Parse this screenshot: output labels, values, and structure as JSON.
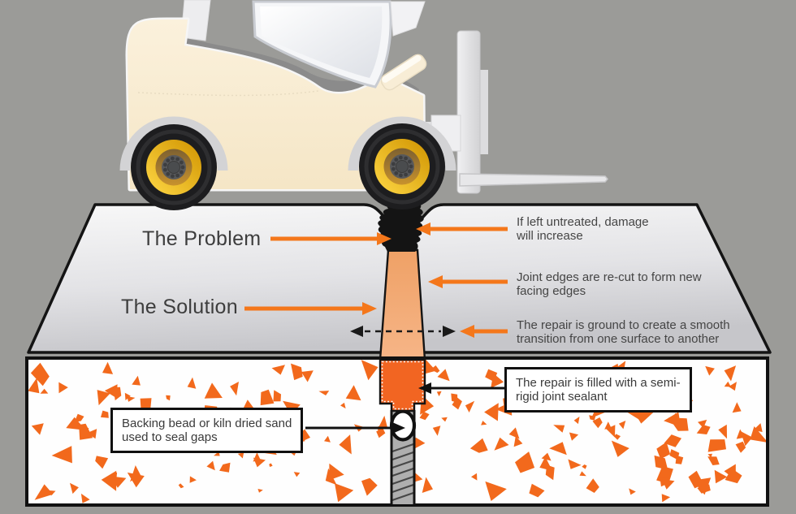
{
  "diagram": {
    "labels": {
      "problem": "The Problem",
      "solution": "The Solution"
    },
    "annotations": [
      {
        "id": "untreated",
        "text": "If left untreated, damage\nwill increase"
      },
      {
        "id": "recut",
        "text": "Joint edges are re-cut to form new\nfacing edges"
      },
      {
        "id": "ground",
        "text": "The repair is ground to create a smooth\ntransition from one surface to another"
      }
    ],
    "callouts": [
      {
        "id": "sealant",
        "text": "The repair is filled with a semi-\nrigid joint sealant"
      },
      {
        "id": "backing",
        "text": "Backing bead or kiln dried sand\nused to seal gaps"
      }
    ],
    "illustration": {
      "forklift": "forklift-side-view",
      "damaged_joint": "cracked-joint-under-wheel",
      "repair": "re-cut-joint-repair-trapezoid",
      "sealant": "semi-rigid-joint-sealant-fill",
      "backing_bead": "backing-bead-circle",
      "joint_gap": "hatched-joint-gap"
    },
    "colors": {
      "background_gray": "#9b9b98",
      "accent_orange": "#f4771b",
      "sealant_orange": "#f26522",
      "aggregate_orange": "#f2691c",
      "repair_tan": "#f2a469",
      "slab_light": "#f8f8f8",
      "slab_dark": "#c6c6ca",
      "forklift_cream": "#faeed8",
      "wheel_yellow": "#f7c623",
      "outline_black": "#141414",
      "text_dark": "#3d3d3d"
    }
  }
}
